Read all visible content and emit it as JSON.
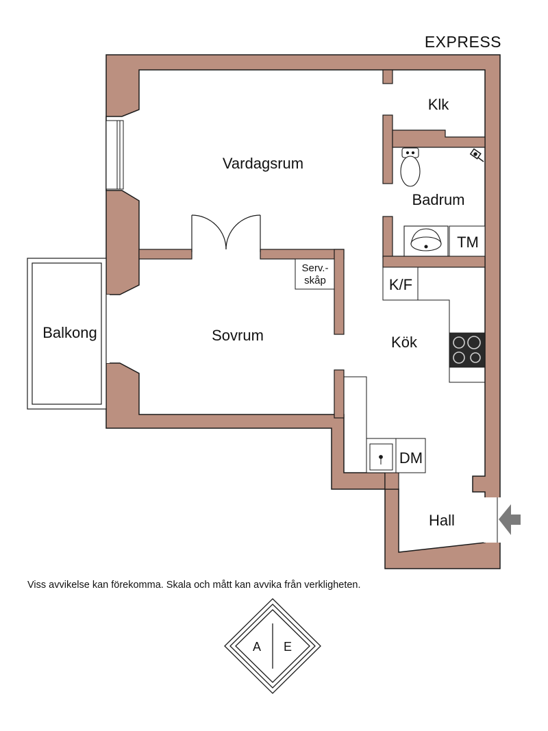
{
  "title": "EXPRESS",
  "colors": {
    "wall": "#bb9080",
    "wall_stroke": "#1a1a1a",
    "floor": "#ffffff",
    "stove": "#2a2a2a",
    "entrance_arrow": "#7b7b7b"
  },
  "rooms": {
    "vardagsrum": "Vardagsrum",
    "klk": "Klk",
    "badrum": "Badrum",
    "tm": "TM",
    "kf": "K/F",
    "serv_line1": "Serv.-",
    "serv_line2": "skåp",
    "sovrum": "Sovrum",
    "balkong": "Balkong",
    "kok": "Kök",
    "dm": "DM",
    "hall": "Hall"
  },
  "disclaimer": "Viss avvikelse kan förekomma. Skala och mått kan avvika från verkligheten.",
  "compass": {
    "left": "A",
    "right": "E"
  },
  "icons": [
    "toilet-icon",
    "shower-icon",
    "washbasin-icon",
    "stove-icon",
    "sink-icon",
    "entrance-arrow-icon",
    "compass-logo"
  ]
}
